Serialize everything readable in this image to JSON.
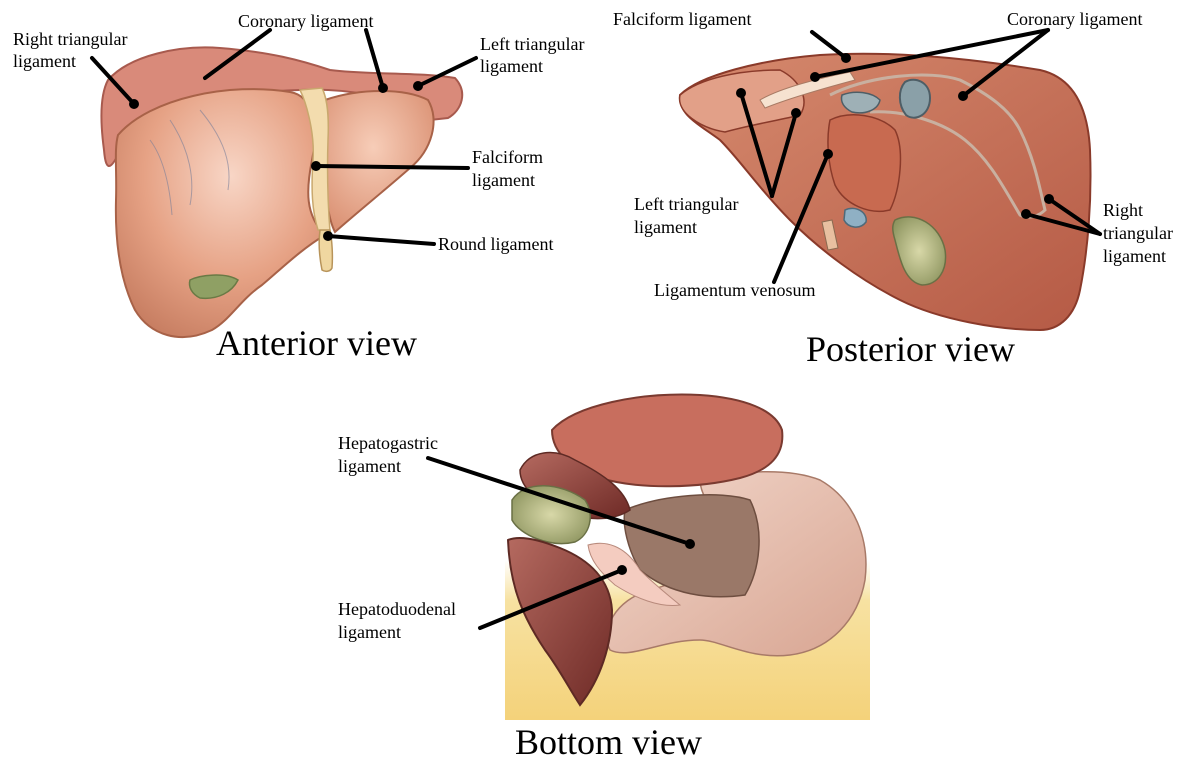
{
  "colors": {
    "liver_light": "#e8a58a",
    "liver_mid": "#d98a6e",
    "liver_dark": "#b35a44",
    "liver_deep": "#8a3a30",
    "ligament": "#f3dcae",
    "gallbladder": "#9aa070",
    "stomach": "#e9c4b5",
    "omentum": "#9a7a68",
    "background_fat": "#f4d77a"
  },
  "anterior": {
    "caption": "Anterior view",
    "labels": {
      "coronary": "Coronary ligament",
      "right_tri_1": "Right triangular",
      "right_tri_2": "ligament",
      "left_tri_1": "Left triangular",
      "left_tri_2": "ligament",
      "falciform_1": "Falciform",
      "falciform_2": "ligament",
      "round": "Round ligament"
    }
  },
  "posterior": {
    "caption": "Posterior view",
    "labels": {
      "falciform": "Falciform ligament",
      "coronary": "Coronary ligament",
      "left_tri_1": "Left triangular",
      "left_tri_2": "ligament",
      "venosum": "Ligamentum venosum",
      "right_tri_1": "Right",
      "right_tri_2": "triangular",
      "right_tri_3": "ligament"
    }
  },
  "bottom": {
    "caption": "Bottom view",
    "labels": {
      "hepatogastric_1": "Hepatogastric",
      "hepatogastric_2": "ligament",
      "hepatoduodenal_1": "Hepatoduodenal",
      "hepatoduodenal_2": "ligament"
    }
  }
}
